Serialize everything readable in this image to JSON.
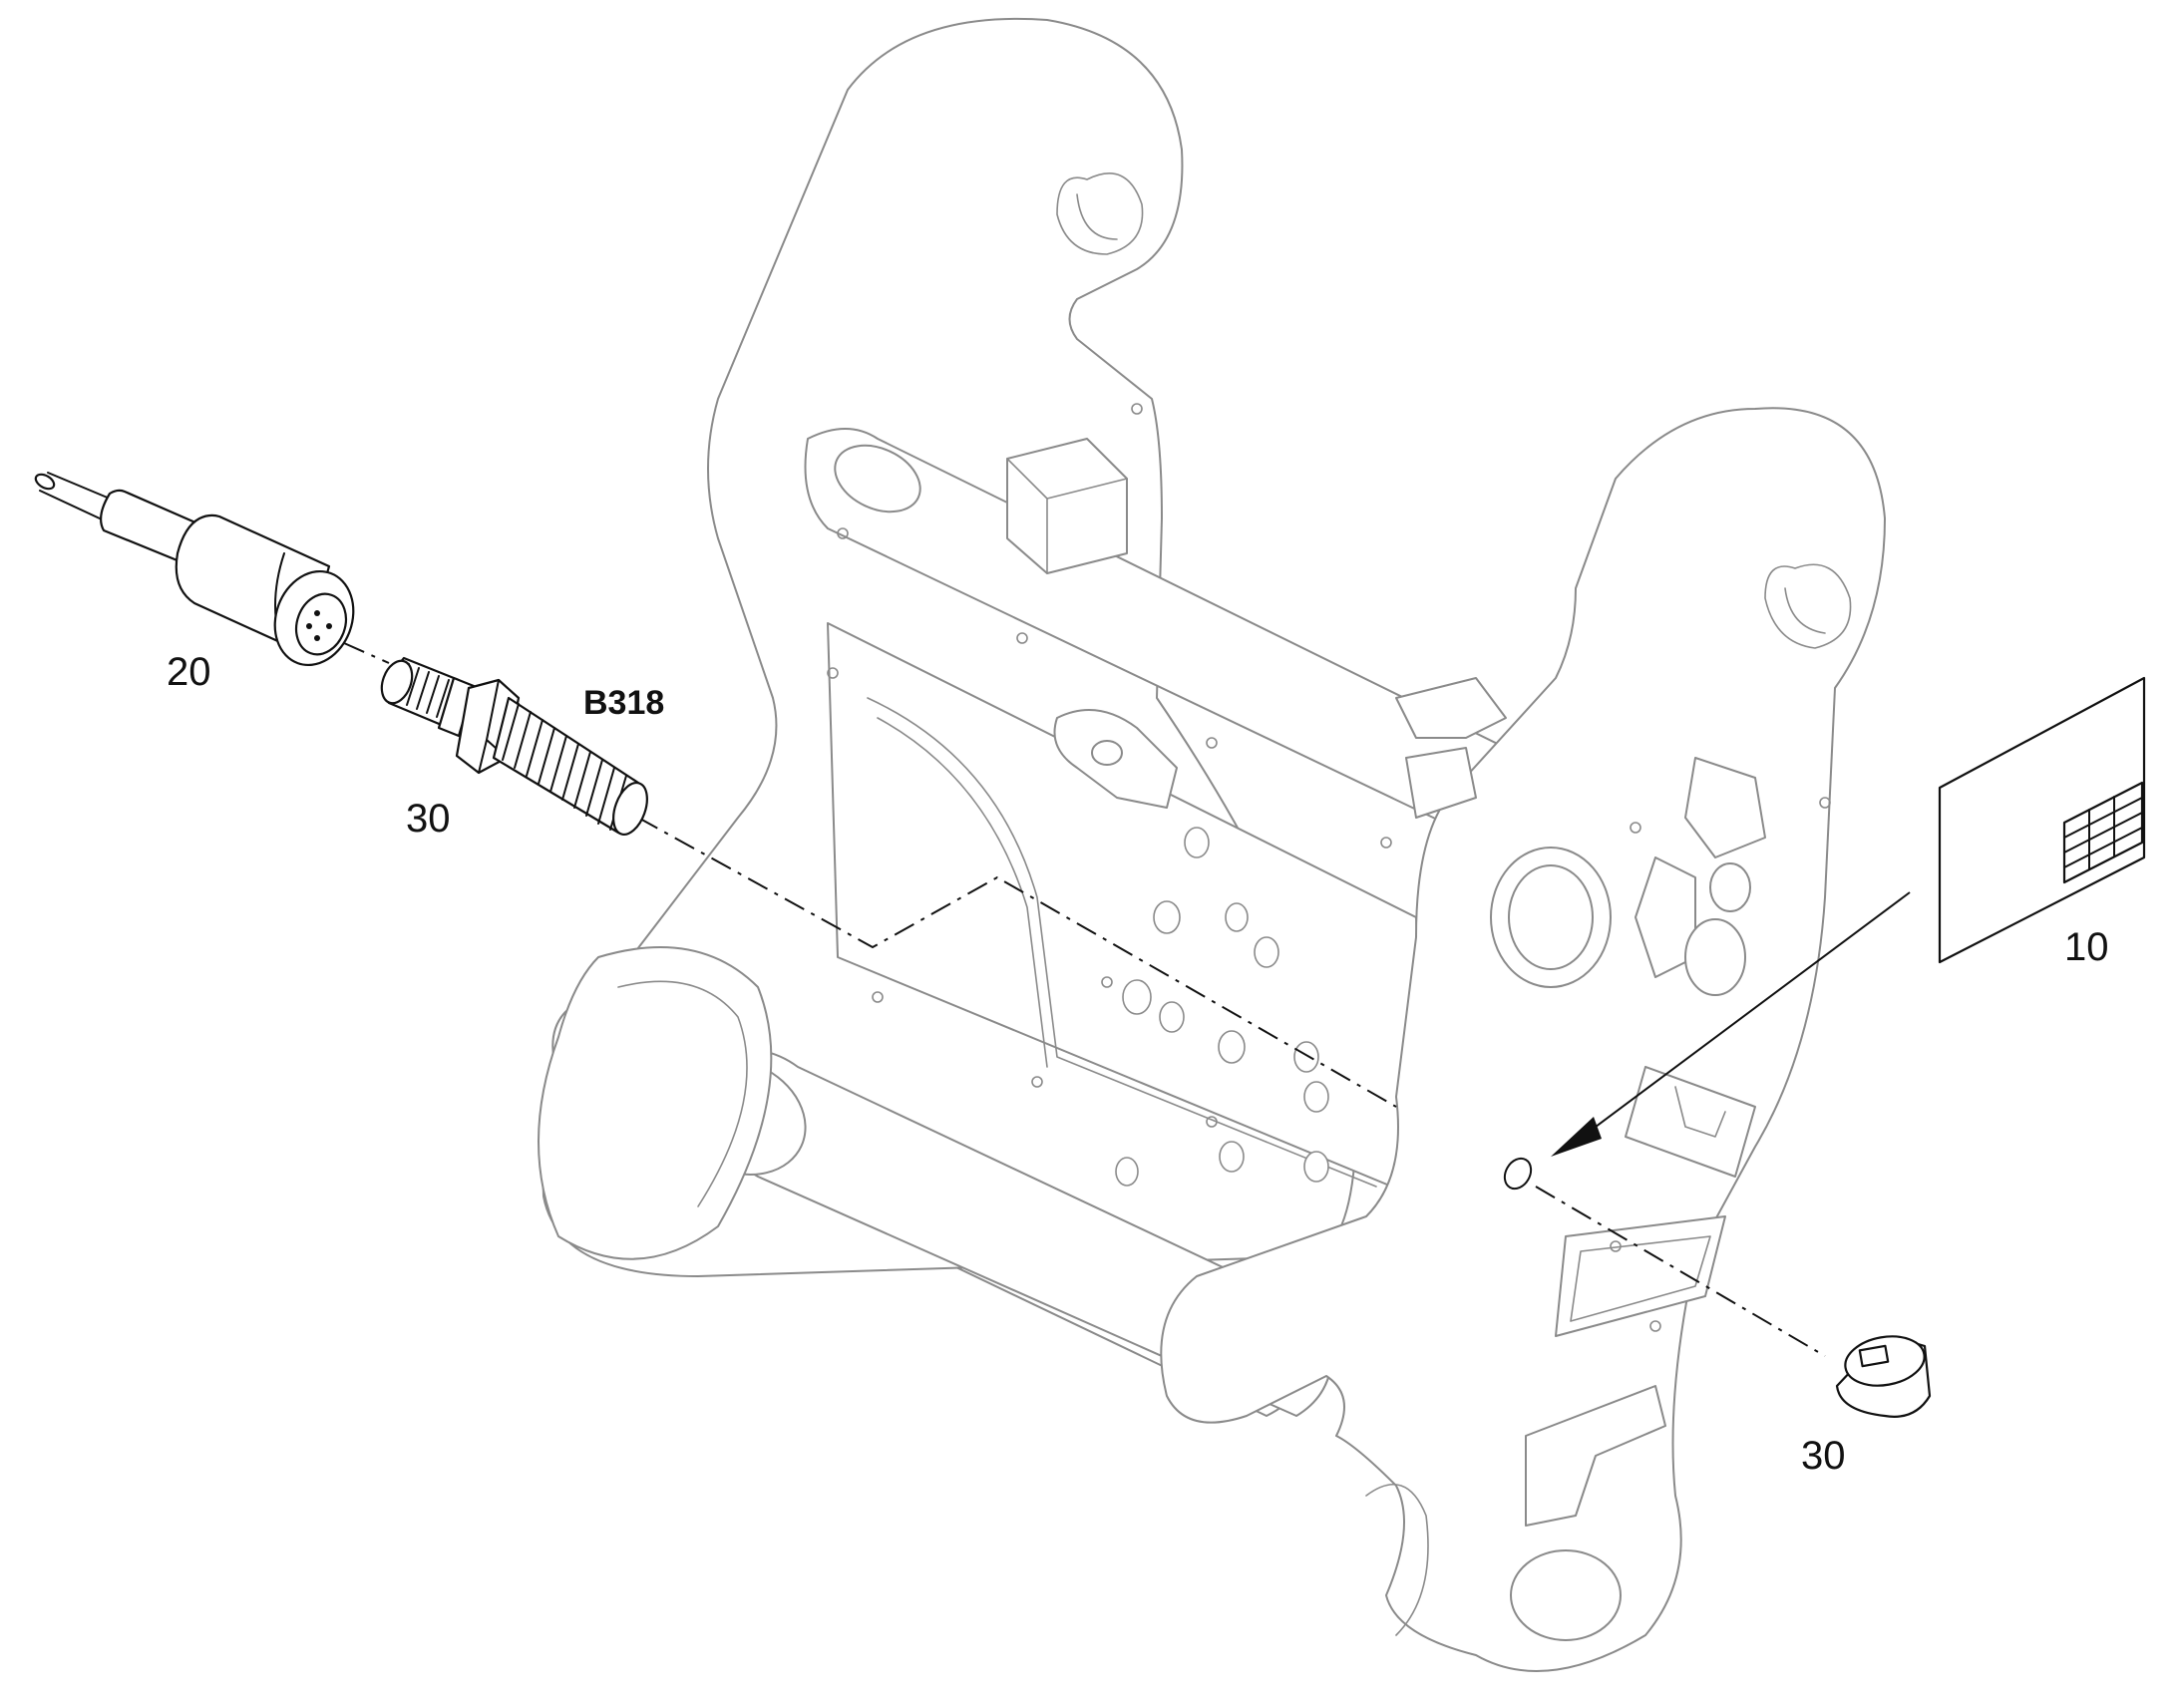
{
  "callouts": {
    "connector": "20",
    "sensor_ref": "B318",
    "sensor": "30",
    "label_plate": "10",
    "cap": "30"
  }
}
